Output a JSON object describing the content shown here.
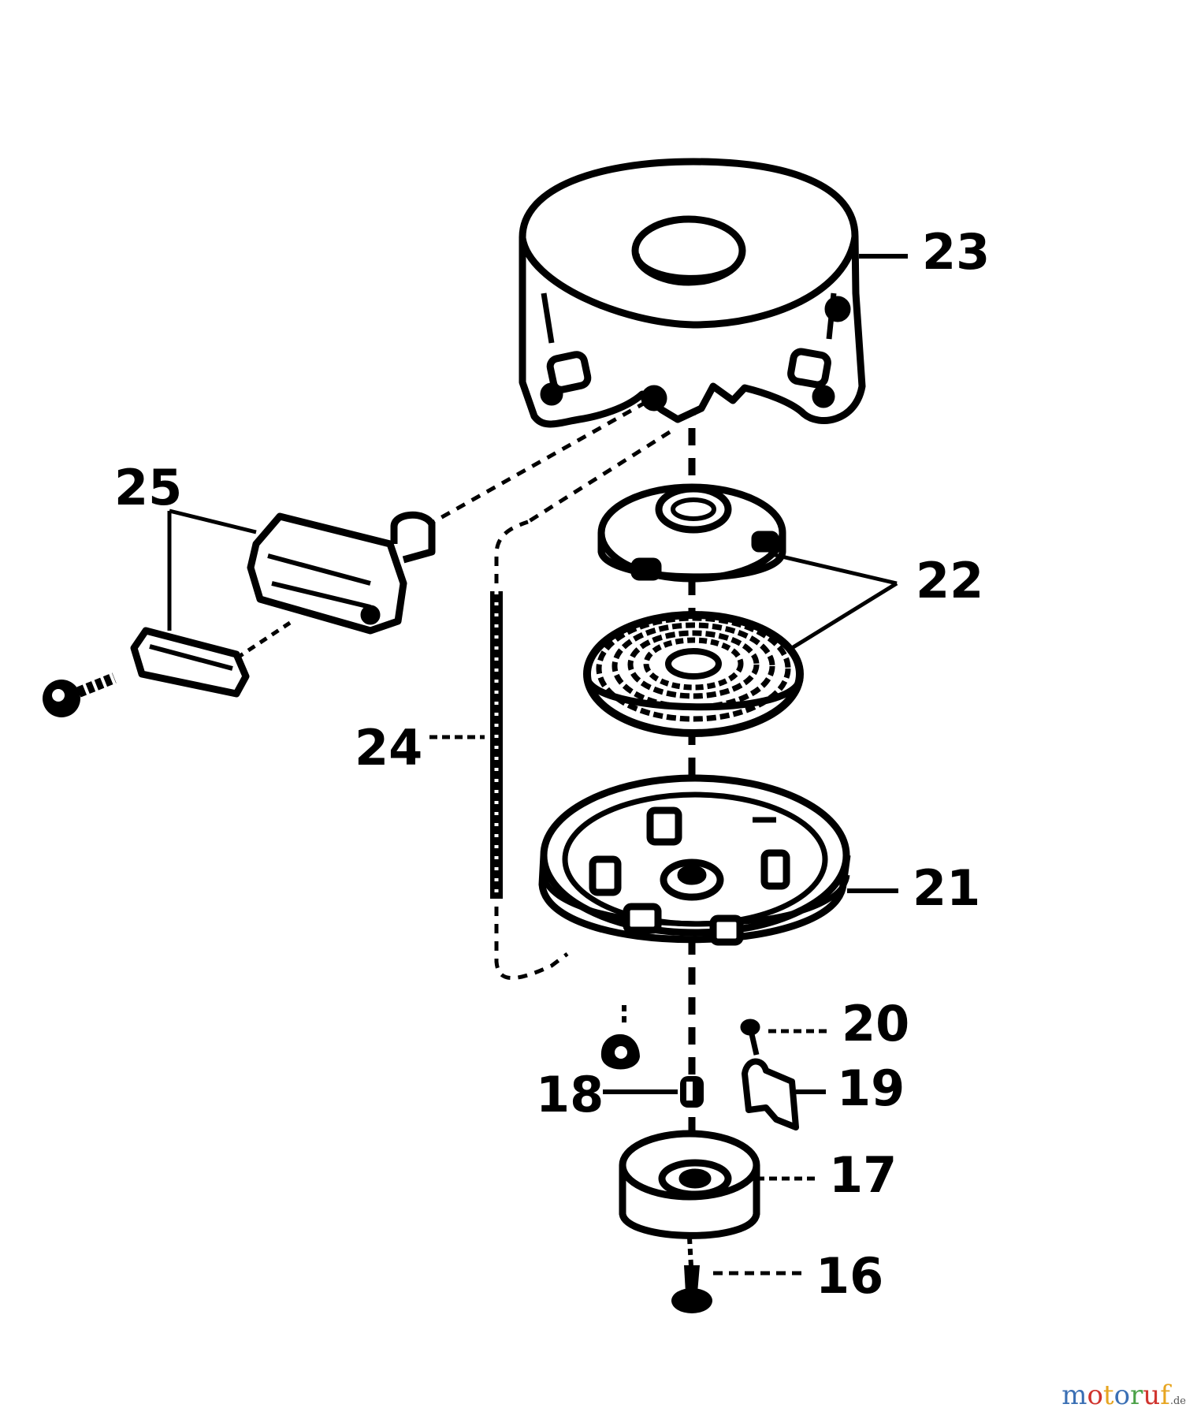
{
  "diagram": {
    "callouts": {
      "p16": "16",
      "p17": "17",
      "p18": "18",
      "p19": "19",
      "p20": "20",
      "p21": "21",
      "p22": "22",
      "p23": "23",
      "p24": "24",
      "p25": "25"
    }
  },
  "watermark": {
    "letters": [
      "m",
      "o",
      "t",
      "o",
      "r",
      "u",
      "f"
    ],
    "colors": [
      "#3a6fb4",
      "#d0332d",
      "#e7a521",
      "#3a6fb4",
      "#4aa147",
      "#d0332d",
      "#e7a521"
    ],
    "domain": ".de"
  },
  "style": {
    "ink": "#000000",
    "background": "#ffffff"
  }
}
